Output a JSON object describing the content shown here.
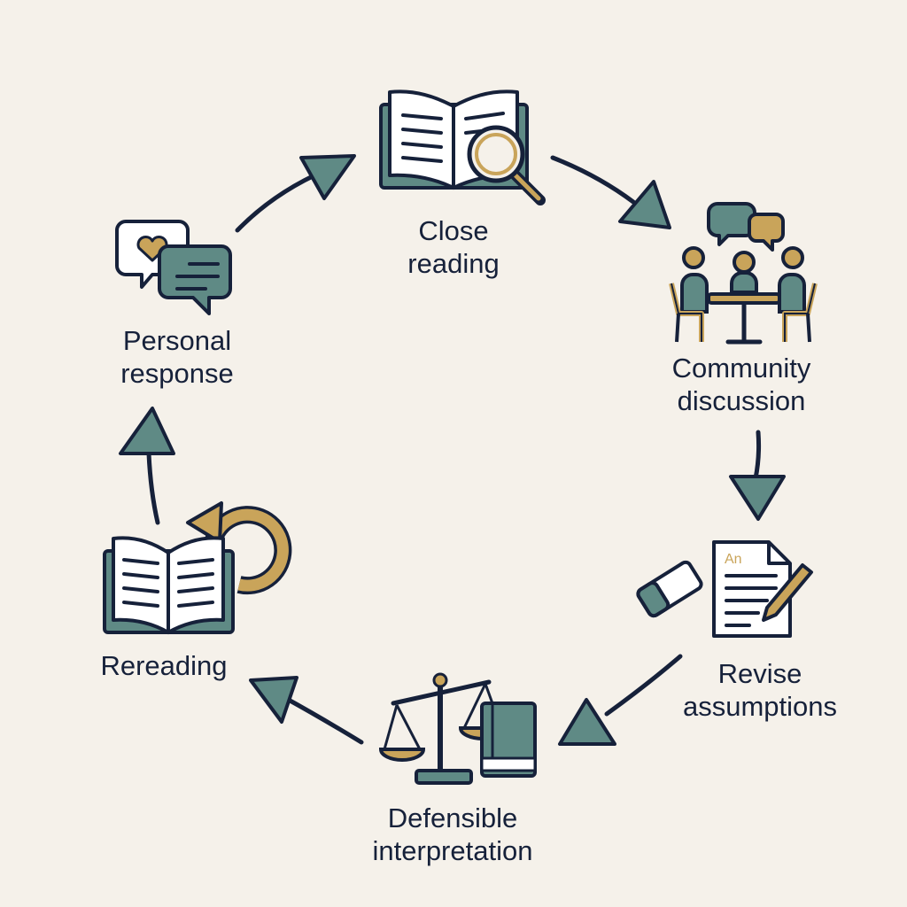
{
  "colors": {
    "background": "#f5f1ea",
    "ink": "#16213a",
    "teal": "#5f8a85",
    "gold": "#c9a45a",
    "paper": "#ffffff"
  },
  "steps": [
    {
      "id": "close-reading",
      "line1": "Close",
      "line2": "reading",
      "icon": "open-book-magnifier-icon"
    },
    {
      "id": "community-discussion",
      "line1": "Community",
      "line2": "discussion",
      "icon": "group-discussion-icon"
    },
    {
      "id": "revise-assumptions",
      "line1": "Revise",
      "line2": "assumptions",
      "icon": "document-edit-icon"
    },
    {
      "id": "defensible-interpretation",
      "line1": "Defensible",
      "line2": "interpretation",
      "icon": "scales-book-icon"
    },
    {
      "id": "rereading",
      "line1": "Rereading",
      "line2": "",
      "icon": "book-return-arrow-icon"
    },
    {
      "id": "personal-response",
      "line1": "Personal",
      "line2": "response",
      "icon": "speech-bubbles-heart-icon"
    }
  ],
  "icon_text": {
    "doc_mark": "An"
  }
}
